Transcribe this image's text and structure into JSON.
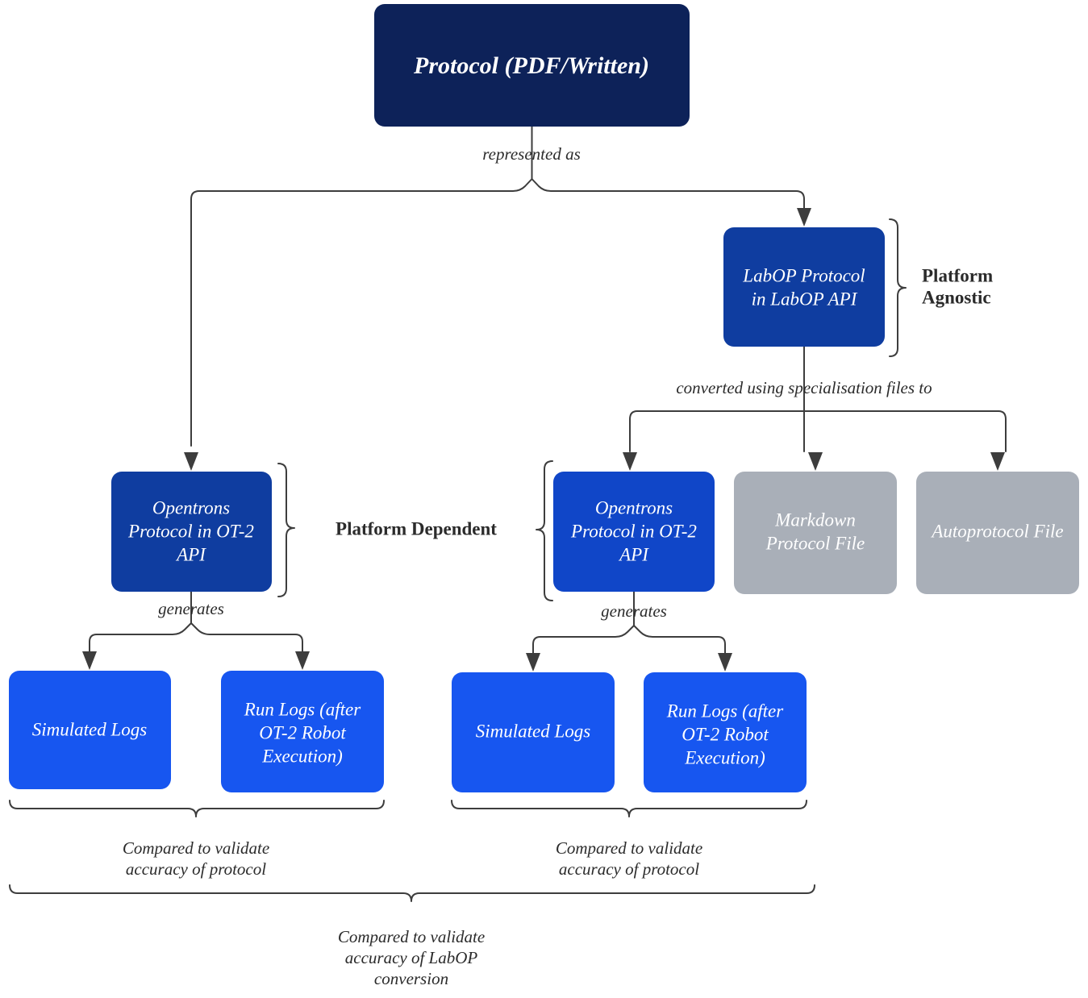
{
  "diagram": {
    "title": "LabOP protocol conversion and validation workflow",
    "colors": {
      "navy": "#0d2259",
      "blue_dark": "#0f3da0",
      "blue_mid": "#1046c8",
      "blue_bright": "#1756f0",
      "gray": "#a9afb8",
      "edge": "#3d3d3d",
      "text_dark": "#2b2b2b",
      "text_light": "#ffffff",
      "background": "#ffffff"
    },
    "nodes": {
      "protocol_source": {
        "label": "Protocol (PDF/Written)",
        "color": "#0d2259"
      },
      "labop_protocol": {
        "label_line1": "LabOP Protocol",
        "label_line2": "in LabOP API",
        "color": "#0f3da0"
      },
      "opentrons_left": {
        "label_line1": "Opentrons",
        "label_line2": "Protocol in OT-2",
        "label_line3": "API",
        "color": "#0f3da0"
      },
      "opentrons_right": {
        "label_line1": "Opentrons",
        "label_line2": "Protocol in OT-2",
        "label_line3": "API",
        "color": "#1046c8"
      },
      "markdown_file": {
        "label_line1": "Markdown",
        "label_line2": "Protocol File",
        "color": "#a9afb8"
      },
      "autoprotocol_file": {
        "label": "Autoprotocol File",
        "color": "#a9afb8"
      },
      "sim_logs_left": {
        "label": "Simulated Logs",
        "color": "#1756f0"
      },
      "run_logs_left": {
        "label_line1": "Run Logs (after",
        "label_line2": "OT-2 Robot",
        "label_line3": "Execution)",
        "color": "#1756f0"
      },
      "sim_logs_right": {
        "label": "Simulated Logs",
        "color": "#1756f0"
      },
      "run_logs_right": {
        "label_line1": "Run Logs (after",
        "label_line2": "OT-2 Robot",
        "label_line3": "Execution)",
        "color": "#1756f0"
      }
    },
    "edge_labels": {
      "represented_as": "represented as",
      "converted_using": "converted using specialisation files to",
      "generates_left": "generates",
      "generates_right": "generates"
    },
    "group_labels": {
      "platform_agnostic_line1": "Platform",
      "platform_agnostic_line2": "Agnostic",
      "platform_dependent": "Platform Dependent"
    },
    "captions": {
      "compare_left_line1": "Compared to validate",
      "compare_left_line2": "accuracy of protocol",
      "compare_right_line1": "Compared to validate",
      "compare_right_line2": "accuracy of protocol",
      "compare_overall_line1": "Compared to validate",
      "compare_overall_line2": "accuracy of LabOP",
      "compare_overall_line3": "conversion"
    }
  }
}
